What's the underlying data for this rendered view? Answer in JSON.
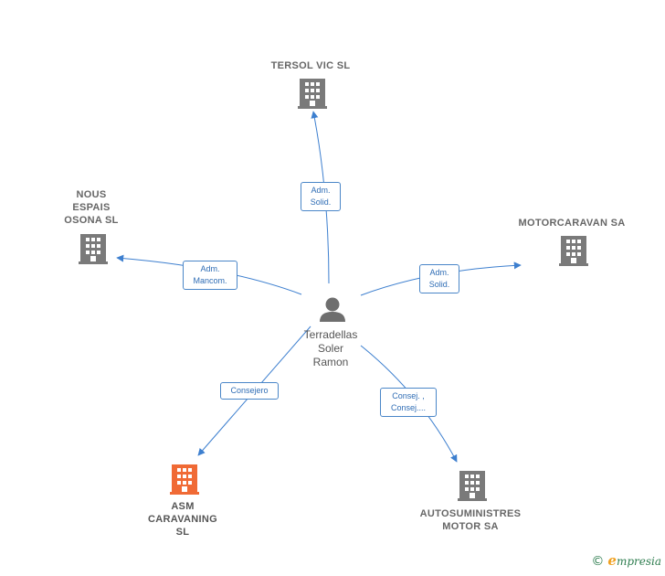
{
  "center": {
    "lines": [
      "Terradellas",
      "Soler",
      "Ramon"
    ]
  },
  "companies": [
    {
      "id": "tersol",
      "lines": [
        "TERSOL VIC SL"
      ]
    },
    {
      "id": "nous",
      "lines": [
        "NOUS",
        "ESPAIS",
        "OSONA SL"
      ]
    },
    {
      "id": "motorcaravan",
      "lines": [
        "MOTORCARAVAN SA"
      ]
    },
    {
      "id": "asm",
      "lines": [
        "ASM",
        "CARAVANING",
        "SL"
      ],
      "highlight": true
    },
    {
      "id": "autosum",
      "lines": [
        "AUTOSUMINISTRES",
        "MOTOR SA"
      ]
    }
  ],
  "relations": [
    {
      "target": "tersol",
      "lines": [
        "Adm.",
        "Solid."
      ]
    },
    {
      "target": "nous",
      "lines": [
        "Adm.",
        "Mancom."
      ]
    },
    {
      "target": "motorcaravan",
      "lines": [
        "Adm.",
        "Solid."
      ]
    },
    {
      "target": "asm",
      "lines": [
        "Consejero"
      ]
    },
    {
      "target": "autosum",
      "lines": [
        "Consej. ,",
        "Consej...."
      ]
    }
  ],
  "colors": {
    "edge": "#3d7fcf",
    "building": "#7a7a7a",
    "building_highlight": "#f06a35",
    "person": "#6e6e6e"
  },
  "footer": {
    "copyright_symbol": "©",
    "brand_initial": "e",
    "brand_rest": "mpresia"
  }
}
